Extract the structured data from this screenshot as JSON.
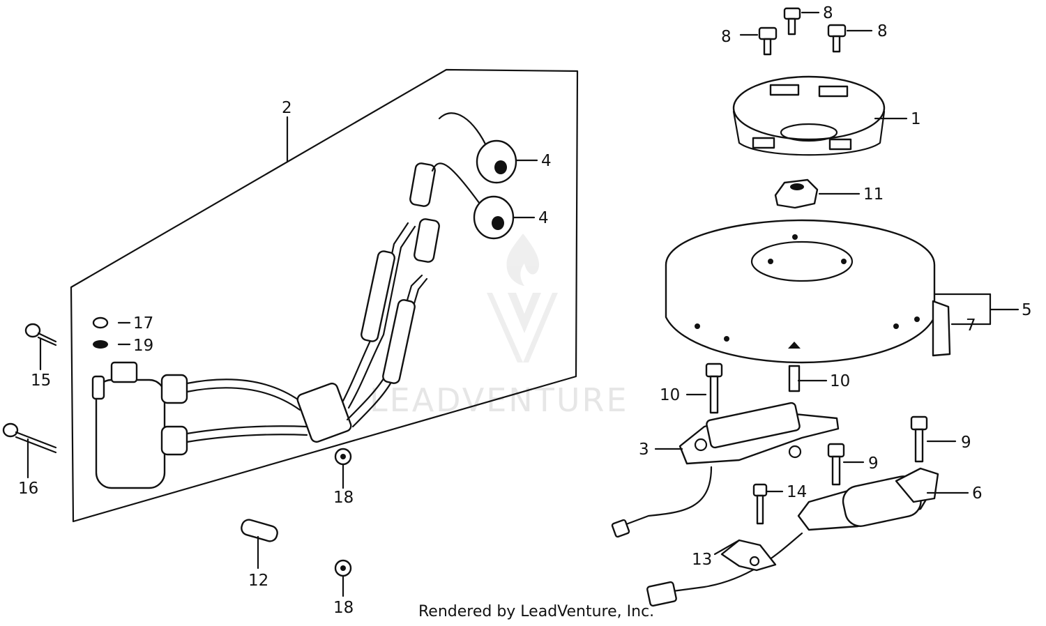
{
  "watermark": {
    "brand": "LEADVENTURE",
    "logo": "leadventure-flame-v-logo"
  },
  "credit": "Rendered by LeadVenture, Inc.",
  "callouts": {
    "c1": "1",
    "c2": "2",
    "c3": "3",
    "c4a": "4",
    "c4b": "4",
    "c5": "5",
    "c6": "6",
    "c7": "7",
    "c8a": "8",
    "c8b": "8",
    "c8c": "8",
    "c9a": "9",
    "c9b": "9",
    "c10a": "10",
    "c10b": "10",
    "c11": "11",
    "c12": "12",
    "c13": "13",
    "c14": "14",
    "c15": "15",
    "c16": "16",
    "c17": "17",
    "c18a": "18",
    "c18b": "18",
    "c19": "19"
  }
}
